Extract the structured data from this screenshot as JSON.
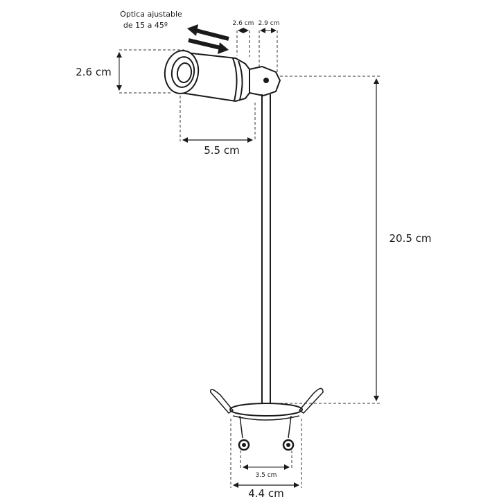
{
  "optic_note": {
    "line1": "Óptica ajustable",
    "line2": "de 15 a 45º"
  },
  "dimensions": {
    "head_diameter": "2.6 cm",
    "head_length": "5.5 cm",
    "top_gap_a": "2.6 cm",
    "top_gap_b": "2.9 cm",
    "stem_height": "20.5 cm",
    "base_inner": "3.5 cm",
    "base_outer": "4.4 cm"
  },
  "colors": {
    "line": "#1a1a1a",
    "background": "#ffffff"
  }
}
